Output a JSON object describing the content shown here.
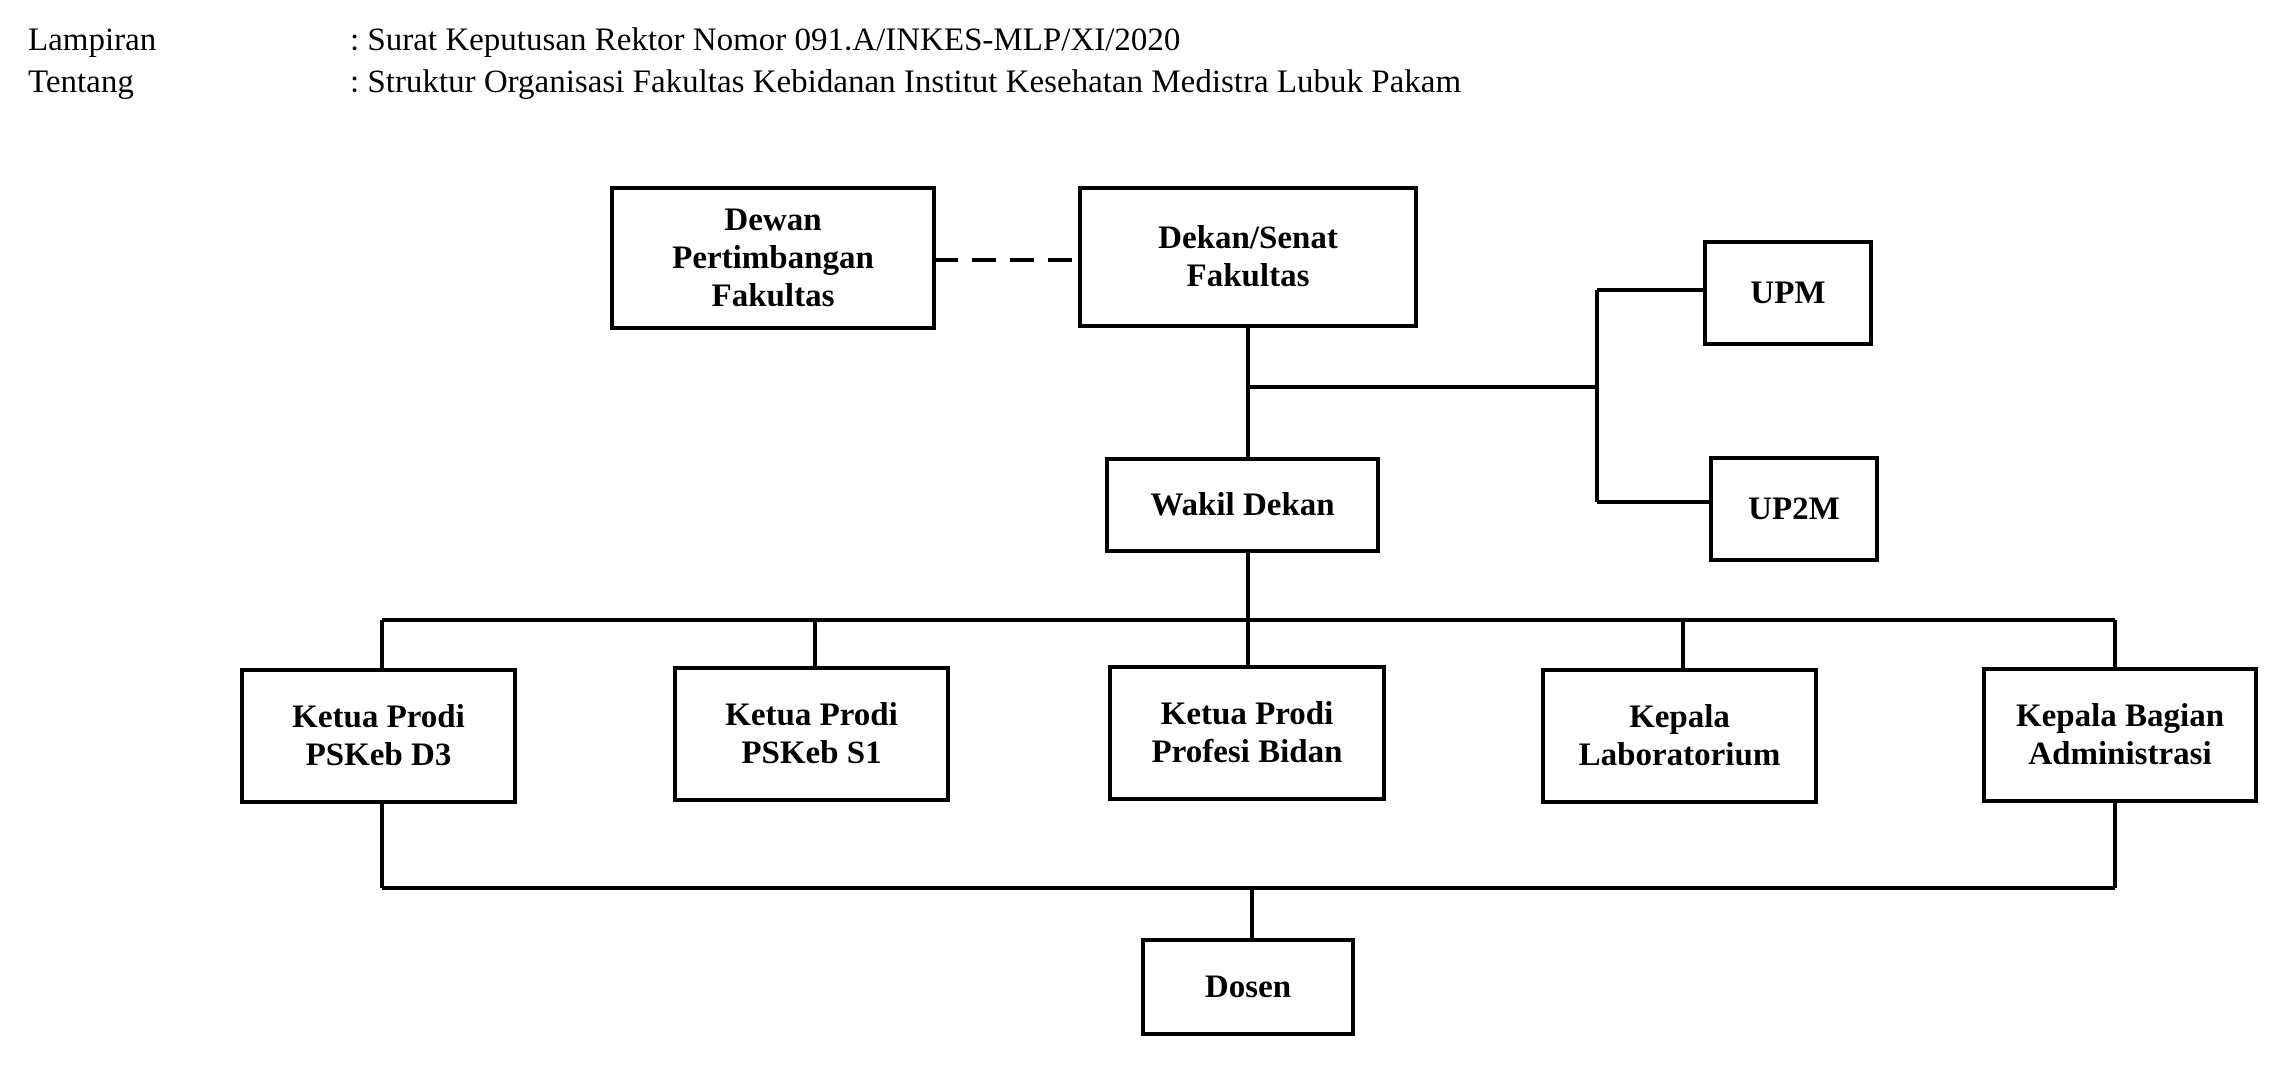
{
  "header": {
    "lampiran_label": "Lampiran",
    "lampiran_value": ": Surat Keputusan Rektor Nomor 091.A/INKES-MLP/XI/2020",
    "tentang_label": "Tentang",
    "tentang_value": ": Struktur Organisasi Fakultas Kebidanan Institut Kesehatan Medistra Lubuk Pakam"
  },
  "org_chart": {
    "dewan": "Dewan\nPertimbangan\nFakultas",
    "dekan": "Dekan/Senat\nFakultas",
    "upm": "UPM",
    "up2m": "UP2M",
    "wakil": "Wakil Dekan",
    "prodi_d3": "Ketua Prodi\nPSKeb D3",
    "prodi_s1": "Ketua Prodi\nPSKeb S1",
    "prodi_profesi": "Ketua Prodi\nProfesi Bidan",
    "kepala_lab": "Kepala\nLaboratorium",
    "kepala_admin": "Kepala Bagian\nAdministrasi",
    "dosen": "Dosen"
  }
}
